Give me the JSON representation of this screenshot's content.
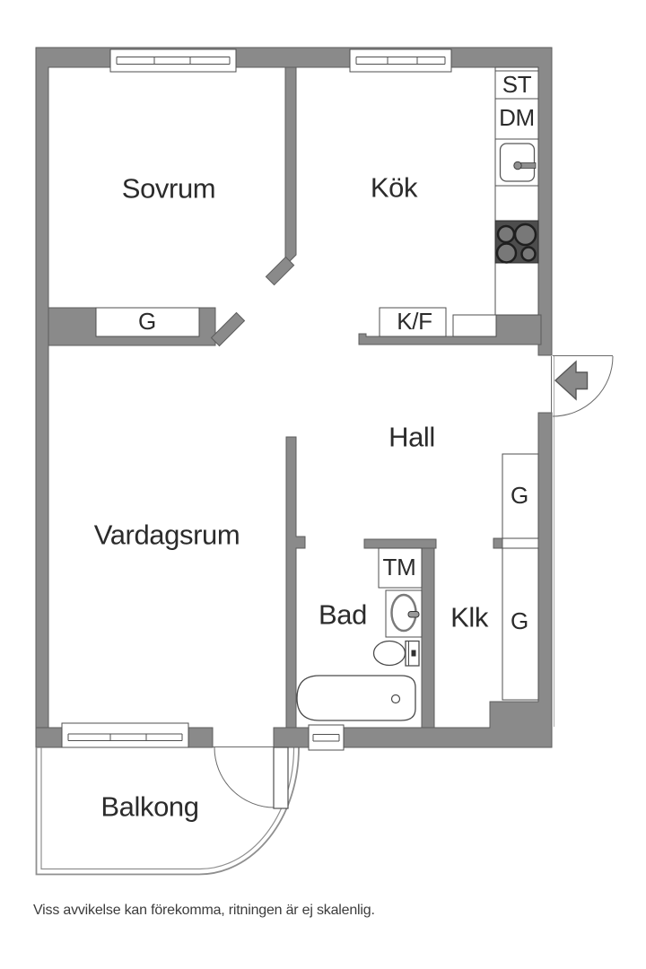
{
  "meta": {
    "disclaimer": "Viss avvikelse kan förekomma, ritningen är ej skalenlig."
  },
  "rooms": {
    "bedroom": {
      "label": "Sovrum"
    },
    "kitchen": {
      "label": "Kök"
    },
    "hall": {
      "label": "Hall"
    },
    "living_room": {
      "label": "Vardagsrum"
    },
    "bathroom": {
      "label": "Bad"
    },
    "walk_in_closet": {
      "label": "Klk"
    },
    "balcony": {
      "label": "Balkong"
    }
  },
  "fixtures": {
    "wardrobe_bedroom": {
      "label": "G"
    },
    "fridge_freezer": {
      "label": "K/F"
    },
    "broom_closet": {
      "label": "ST"
    },
    "dishwasher": {
      "label": "DM"
    },
    "washing_machine": {
      "label": "TM"
    },
    "wardrobe_hall": {
      "label": "G"
    },
    "wardrobe_klk": {
      "label": "G"
    }
  },
  "icons": [
    "sink-icon",
    "stove-icon",
    "basin-icon",
    "toilet-icon",
    "bathtub-icon",
    "entry-arrow-icon",
    "door-swing-arc",
    "window"
  ],
  "colors": {
    "wall": "#8a8a8a",
    "wall_outline": "#5c5c5c",
    "stove": "#4d4d4d",
    "text": "#2b2b2b"
  }
}
